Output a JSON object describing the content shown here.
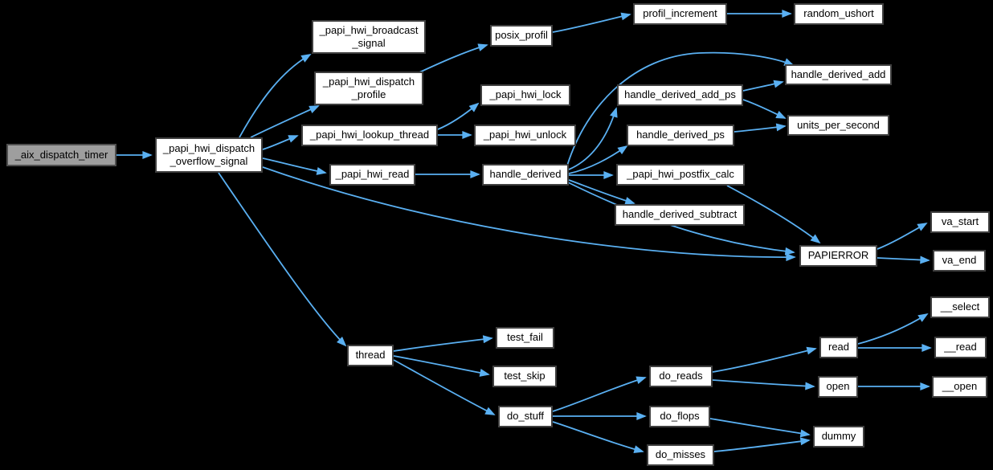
{
  "diagram": {
    "type": "call-graph",
    "background_color": "#000000",
    "edge_color": "#5AB0F2",
    "node_style": {
      "fill": "#FFFFFF",
      "border": "#3F3F3F",
      "text": "#000000"
    },
    "highlight_style": {
      "fill": "#9E9E9E",
      "border": "#4F4F4F",
      "text": "#000000"
    },
    "nodes": [
      {
        "id": "aix",
        "label": "_aix_dispatch_timer",
        "highlighted": true
      },
      {
        "id": "dos",
        "label": "_papi_hwi_dispatch\n_overflow_signal"
      },
      {
        "id": "bsig",
        "label": "_papi_hwi_broadcast\n_signal"
      },
      {
        "id": "dprof",
        "label": "_papi_hwi_dispatch\n_profile"
      },
      {
        "id": "pprof",
        "label": "posix_profil"
      },
      {
        "id": "pinc",
        "label": "profil_increment"
      },
      {
        "id": "rush",
        "label": "random_ushort"
      },
      {
        "id": "lthr",
        "label": "_papi_hwi_lookup_thread"
      },
      {
        "id": "lock",
        "label": "_papi_hwi_lock"
      },
      {
        "id": "unlock",
        "label": "_papi_hwi_unlock"
      },
      {
        "id": "read1",
        "label": "_papi_hwi_read"
      },
      {
        "id": "hd",
        "label": "handle_derived"
      },
      {
        "id": "hdaps",
        "label": "handle_derived_add_ps"
      },
      {
        "id": "hda",
        "label": "handle_derived_add"
      },
      {
        "id": "hdps",
        "label": "handle_derived_ps"
      },
      {
        "id": "ups",
        "label": "units_per_second"
      },
      {
        "id": "pfc",
        "label": "_papi_hwi_postfix_calc"
      },
      {
        "id": "hds",
        "label": "handle_derived_subtract"
      },
      {
        "id": "papierror",
        "label": "PAPIERROR"
      },
      {
        "id": "vastart",
        "label": "va_start"
      },
      {
        "id": "vaend",
        "label": "va_end"
      },
      {
        "id": "thread",
        "label": "thread"
      },
      {
        "id": "tfail",
        "label": "test_fail"
      },
      {
        "id": "tskip",
        "label": "test_skip"
      },
      {
        "id": "dstuff",
        "label": "do_stuff"
      },
      {
        "id": "dreads",
        "label": "do_reads"
      },
      {
        "id": "dflops",
        "label": "do_flops"
      },
      {
        "id": "dmiss",
        "label": "do_misses"
      },
      {
        "id": "read2",
        "label": "read"
      },
      {
        "id": "open1",
        "label": "open"
      },
      {
        "id": "dummy",
        "label": "dummy"
      },
      {
        "id": "sel",
        "label": "__select"
      },
      {
        "id": "rd",
        "label": "__read"
      },
      {
        "id": "op",
        "label": "__open"
      }
    ],
    "edges": [
      {
        "from": "aix",
        "to": "dos"
      },
      {
        "from": "dos",
        "to": "bsig"
      },
      {
        "from": "dos",
        "to": "dprof"
      },
      {
        "from": "dos",
        "to": "lthr"
      },
      {
        "from": "dos",
        "to": "read1"
      },
      {
        "from": "dos",
        "to": "papierror"
      },
      {
        "from": "dos",
        "to": "thread"
      },
      {
        "from": "dprof",
        "to": "pprof"
      },
      {
        "from": "pprof",
        "to": "pinc"
      },
      {
        "from": "pinc",
        "to": "rush"
      },
      {
        "from": "lthr",
        "to": "lock"
      },
      {
        "from": "lthr",
        "to": "unlock"
      },
      {
        "from": "read1",
        "to": "hd"
      },
      {
        "from": "hd",
        "to": "hda"
      },
      {
        "from": "hd",
        "to": "hdaps"
      },
      {
        "from": "hd",
        "to": "hdps"
      },
      {
        "from": "hd",
        "to": "pfc"
      },
      {
        "from": "hd",
        "to": "hds"
      },
      {
        "from": "hd",
        "to": "papierror"
      },
      {
        "from": "hdaps",
        "to": "hda"
      },
      {
        "from": "hdaps",
        "to": "ups"
      },
      {
        "from": "hdps",
        "to": "ups"
      },
      {
        "from": "pfc",
        "to": "papierror"
      },
      {
        "from": "papierror",
        "to": "vastart"
      },
      {
        "from": "papierror",
        "to": "vaend"
      },
      {
        "from": "thread",
        "to": "tfail"
      },
      {
        "from": "thread",
        "to": "tskip"
      },
      {
        "from": "thread",
        "to": "dstuff"
      },
      {
        "from": "dstuff",
        "to": "dreads"
      },
      {
        "from": "dstuff",
        "to": "dflops"
      },
      {
        "from": "dstuff",
        "to": "dmiss"
      },
      {
        "from": "dreads",
        "to": "read2"
      },
      {
        "from": "dreads",
        "to": "open1"
      },
      {
        "from": "dflops",
        "to": "dummy"
      },
      {
        "from": "dmiss",
        "to": "dummy"
      },
      {
        "from": "read2",
        "to": "sel"
      },
      {
        "from": "read2",
        "to": "rd"
      },
      {
        "from": "open1",
        "to": "op"
      }
    ]
  }
}
